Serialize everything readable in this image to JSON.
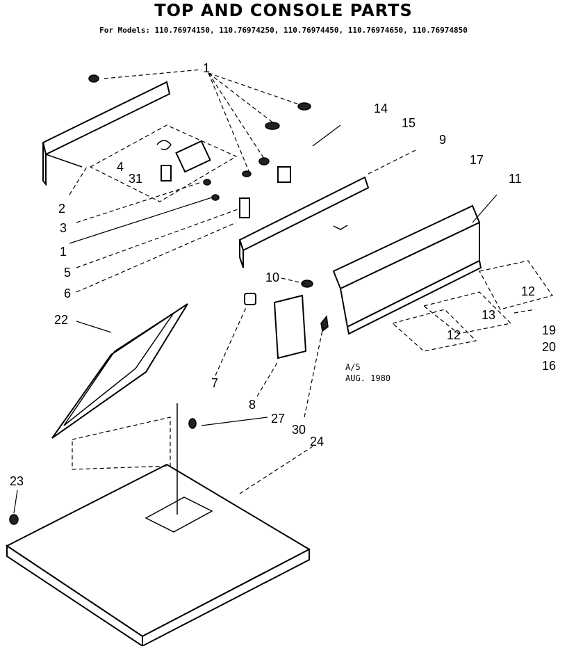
{
  "header": {
    "title": "TOP AND CONSOLE PARTS",
    "models": "For Models: 110.76974150, 110.76974250, 110.76974450, 110.76974650, 110.76974850"
  },
  "note": {
    "line1": "A/5",
    "line2": "AUG. 1980"
  },
  "callouts": [
    "1",
    "2",
    "3",
    "4",
    "31",
    "1",
    "5",
    "6",
    "14",
    "15",
    "9",
    "17",
    "11",
    "10",
    "12",
    "13",
    "12",
    "19",
    "20",
    "16",
    "22",
    "7",
    "8",
    "27",
    "30",
    "24",
    "23"
  ]
}
